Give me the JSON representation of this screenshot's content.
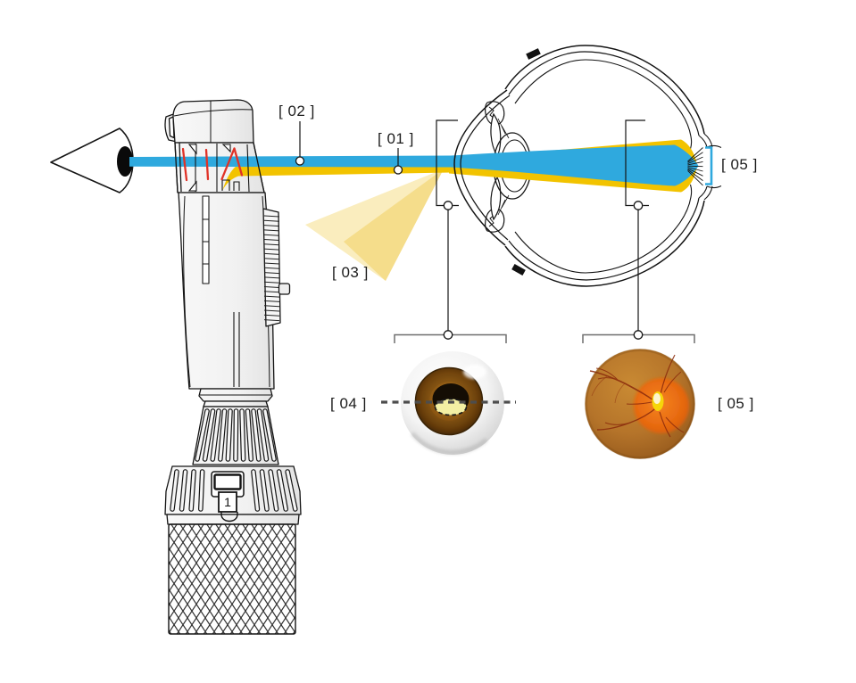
{
  "figure": {
    "description_labels": {
      "l01": "[ 01 ]",
      "l02": "[ 02 ]",
      "l03": "[ 03 ]",
      "l04": "[ 04 ]",
      "l05_retina": "[ 05 ]",
      "l05_fundus": "[ 05 ]"
    },
    "scope": {
      "dial_number": "1"
    },
    "colors": {
      "observation_beam_blue": "#2FA9DE",
      "illumination_beam_yellow": "#F2C300",
      "divergent_light_pale": "#F8E7A8",
      "divergent_light_pale2": "#F4D87E",
      "light_path_red": "#E03227",
      "line_ink": "#141414",
      "bracket_gray": "#6e6e6e"
    }
  }
}
